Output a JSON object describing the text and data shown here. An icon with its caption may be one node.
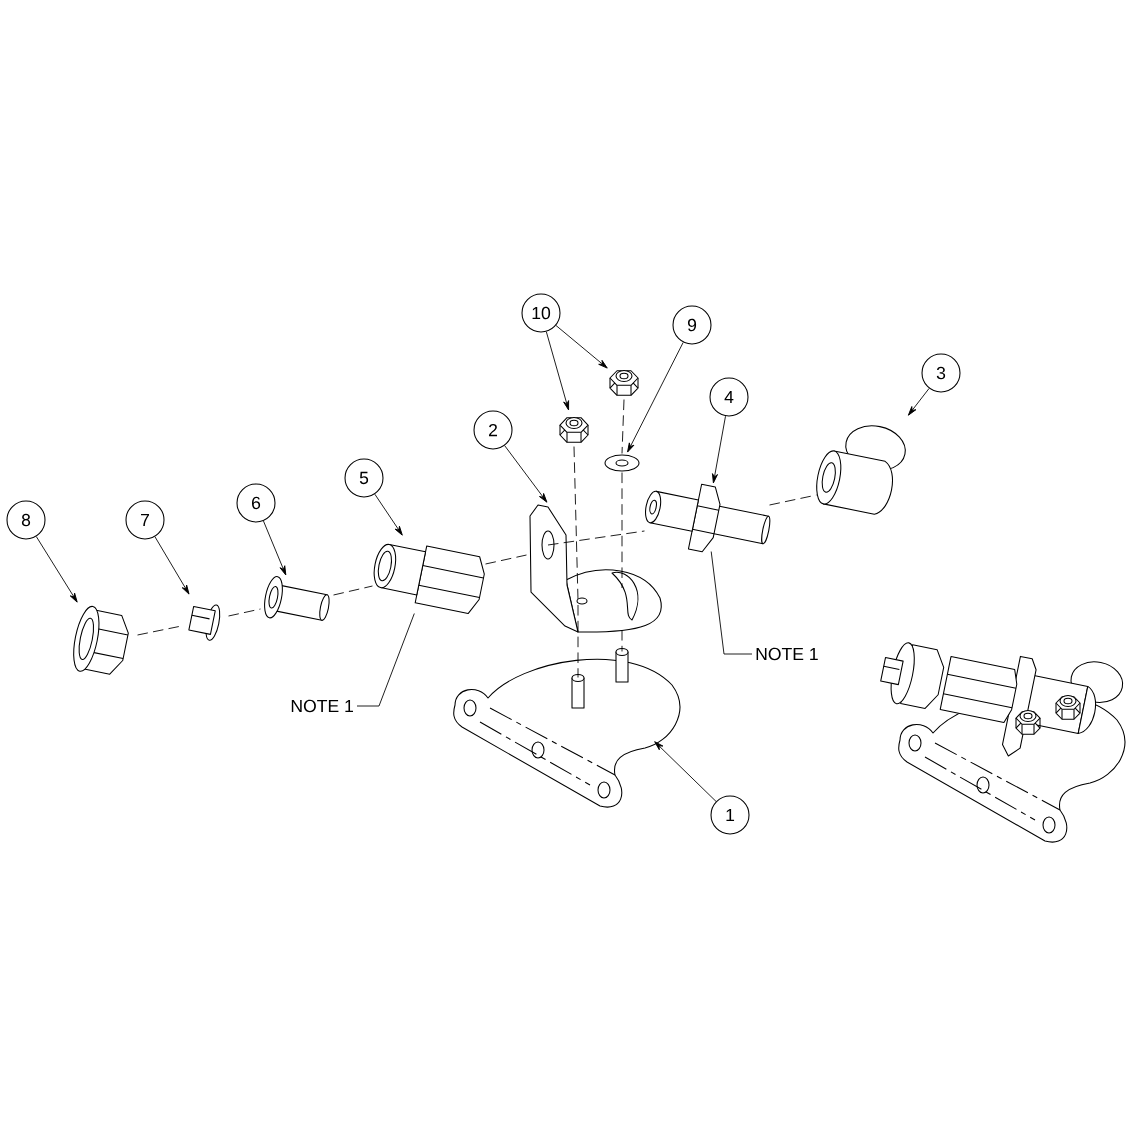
{
  "diagram": {
    "nodes": [
      {
        "text": [
          "10"
        ]
      },
      {
        "text": [
          "9"
        ]
      },
      {
        "text": [
          "2"
        ]
      },
      {
        "text": [
          "4"
        ]
      },
      {
        "text": [
          "3"
        ]
      },
      {
        "text": [
          "8"
        ]
      },
      {
        "text": [
          "7"
        ]
      },
      {
        "text": [
          "6"
        ]
      },
      {
        "text": [
          "5"
        ]
      },
      {
        "text": [
          "NOTE 1"
        ]
      },
      {
        "text": [
          "NOTE 1"
        ]
      },
      {
        "text": [
          "1"
        ]
      },
      {
        "text": [],
        "shape": "picture"
      },
      {
        "text": [],
        "shape": "picture"
      },
      {
        "text": [],
        "shape": "picture"
      },
      {
        "text": [],
        "shape": "picture"
      },
      {
        "text": [],
        "shape": "picture"
      },
      {
        "text": [],
        "shape": "picture"
      },
      {
        "text": [],
        "shape": "picture"
      },
      {
        "text": [],
        "shape": "picture"
      },
      {
        "text": [],
        "shape": "picture"
      },
      {
        "text": [],
        "shape": "picture"
      },
      {
        "text": [],
        "shape": "picture"
      }
    ],
    "edges": [
      {
        "from": 0,
        "to": 12,
        "arrow": "to"
      },
      {
        "from": 0,
        "to": 13,
        "arrow": "to"
      },
      {
        "from": 1,
        "to": 14,
        "arrow": "to"
      },
      {
        "from": 2,
        "to": 15,
        "arrow": "to"
      },
      {
        "from": 3,
        "to": 16,
        "arrow": "to"
      },
      {
        "from": 4,
        "to": 17,
        "arrow": "to"
      },
      {
        "from": 5,
        "to": 18,
        "arrow": "to"
      },
      {
        "from": 6,
        "to": 19,
        "arrow": "to"
      },
      {
        "from": 7,
        "to": 20,
        "arrow": "to"
      },
      {
        "from": 8,
        "to": 21,
        "arrow": "to"
      },
      {
        "from": 9,
        "to": 16,
        "arrow": "none"
      },
      {
        "from": 10,
        "to": 21,
        "arrow": "none"
      },
      {
        "from": 11,
        "to": 22,
        "arrow": "to"
      },
      {
        "from": 18,
        "to": 19,
        "arrow": "none",
        "style": "dashed"
      },
      {
        "from": 19,
        "to": 20,
        "arrow": "none",
        "style": "dashed"
      },
      {
        "from": 20,
        "to": 21,
        "arrow": "none",
        "style": "dashed"
      },
      {
        "from": 21,
        "to": 15,
        "arrow": "none",
        "style": "dashed"
      },
      {
        "from": 15,
        "to": 16,
        "arrow": "none",
        "style": "dashed"
      },
      {
        "from": 16,
        "to": 17,
        "arrow": "none",
        "style": "dashed"
      },
      {
        "from": 13,
        "to": 15,
        "arrow": "none",
        "style": "dashed"
      },
      {
        "from": 15,
        "to": 22,
        "arrow": "none",
        "style": "dashed"
      },
      {
        "from": 12,
        "to": 14,
        "arrow": "none",
        "style": "dashed"
      },
      {
        "from": 14,
        "to": 15,
        "arrow": "none",
        "style": "dashed"
      },
      {
        "from": 15,
        "to": 22,
        "arrow": "none",
        "style": "dashed"
      }
    ]
  }
}
